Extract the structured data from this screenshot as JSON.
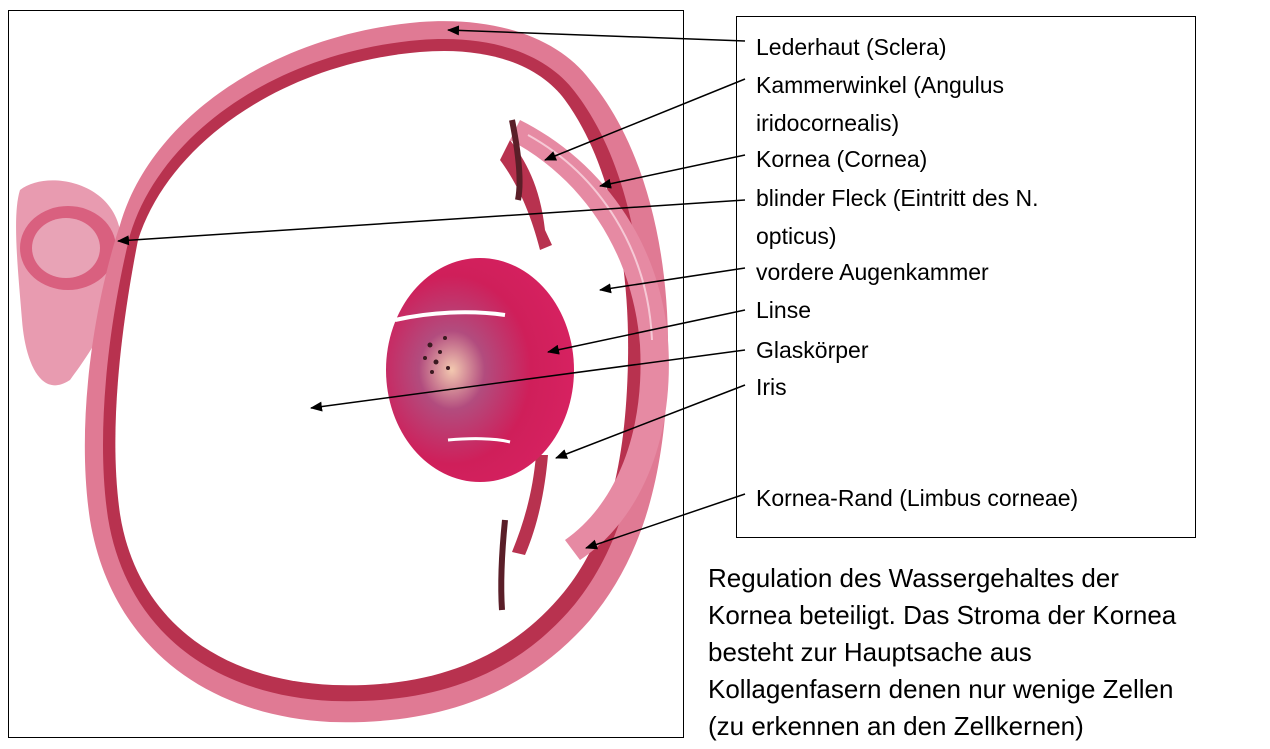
{
  "labels": {
    "sclera": "Lederhaut (Sclera)",
    "angle_line1": "Kammerwinkel (Angulus",
    "angle_line2": "iridocornealis)",
    "cornea": "Kornea (Cornea)",
    "blind_spot_line1": "blinder Fleck (Eintritt des N.",
    "blind_spot_line2": "opticus)",
    "anterior_chamber": "vordere Augenkammer",
    "lens": "Linse",
    "vitreous": "Glaskörper",
    "iris": "Iris",
    "limbus": "Kornea-Rand (Limbus corneae)"
  },
  "caption": {
    "line1": "Regulation des Wassergehaltes der",
    "line2": "Kornea beteiligt. Das Stroma der Kornea",
    "line3": "besteht zur Hauptsache aus",
    "line4": "Kollagenfasern denen nur wenige Zellen",
    "line5": "(zu erkennen an den Zellkernen)"
  },
  "colors": {
    "tissue_pink": "#e06a8a",
    "sclera_dark": "#c23a5c",
    "lens_magenta": "#cf1f5a",
    "lens_purple": "#8e2a6a",
    "pigment": "#3a1a20"
  }
}
